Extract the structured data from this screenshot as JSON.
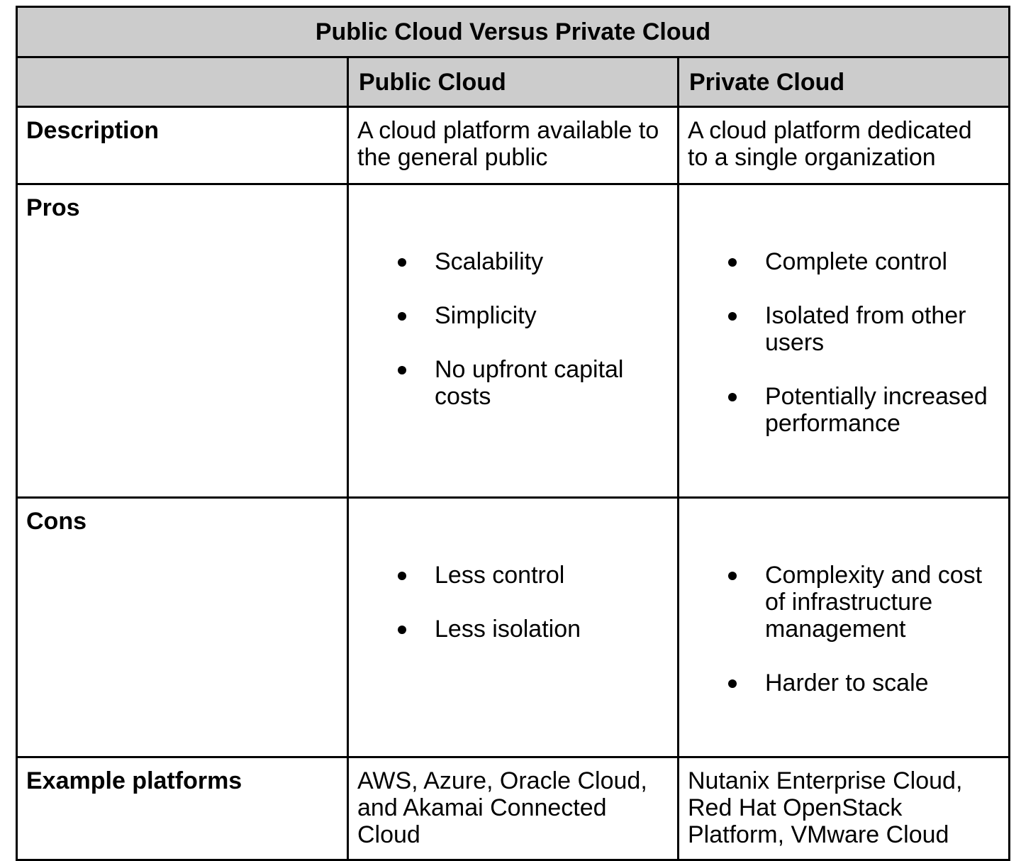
{
  "title": "Public Cloud Versus Private Cloud",
  "columns": {
    "public": "Public Cloud",
    "private": "Private Cloud"
  },
  "rows": {
    "description": {
      "label": "Description",
      "public": [
        "A cloud platform available to",
        "the general public"
      ],
      "private": [
        "A cloud platform dedicated",
        "to a single organization"
      ]
    },
    "pros": {
      "label": "Pros",
      "public_items": [
        "Scalability",
        "Simplicity",
        [
          "No upfront capital",
          "costs"
        ]
      ],
      "private_items": [
        "Complete control",
        [
          "Isolated from other",
          "users"
        ],
        [
          "Potentially increased",
          "performance"
        ]
      ]
    },
    "cons": {
      "label": "Cons",
      "public_items": [
        "Less control",
        "Less isolation"
      ],
      "private_items": [
        [
          "Complexity and cost",
          "of infrastructure",
          "management"
        ],
        "Harder to scale"
      ]
    },
    "examples": {
      "label": "Example platforms",
      "public": [
        "AWS, Azure, Oracle Cloud,",
        "and Akamai Connected",
        "Cloud"
      ],
      "private": [
        "Nutanix Enterprise Cloud,",
        "Red Hat OpenStack",
        "Platform, VMware Cloud"
      ]
    }
  },
  "colors": {
    "header_bg": "#cccccc",
    "border": "#000000",
    "text": "#000000",
    "page_bg": "#ffffff"
  }
}
